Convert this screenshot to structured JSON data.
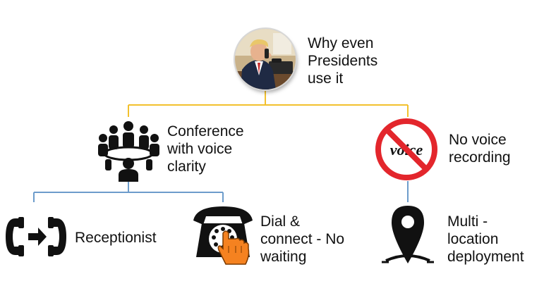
{
  "nodes": {
    "root": {
      "label": "Why even\nPresidents\nuse it",
      "icon": "president-on-phone-photo"
    },
    "conference": {
      "label": "Conference\nwith voice\nclarity",
      "icon": "conference-group-icon"
    },
    "no_recording": {
      "label": "No voice\nrecording",
      "icon": "no-voice-recording-icon",
      "badge_text": "voice"
    },
    "receptionist": {
      "label": "Receptionist",
      "icon": "phone-transfer-icon"
    },
    "dial": {
      "label": "Dial &\nconnect - No\nwaiting",
      "icon": "dial-phone-hand-icon"
    },
    "multi_location": {
      "label": "Multi -\nlocation\ndeployment",
      "icon": "location-pin-icon"
    }
  },
  "colors": {
    "connector_gold": "#f2c12e",
    "connector_blue": "#6d9ccb",
    "no_sign_red": "#e3262c",
    "hand_orange": "#f58220"
  }
}
